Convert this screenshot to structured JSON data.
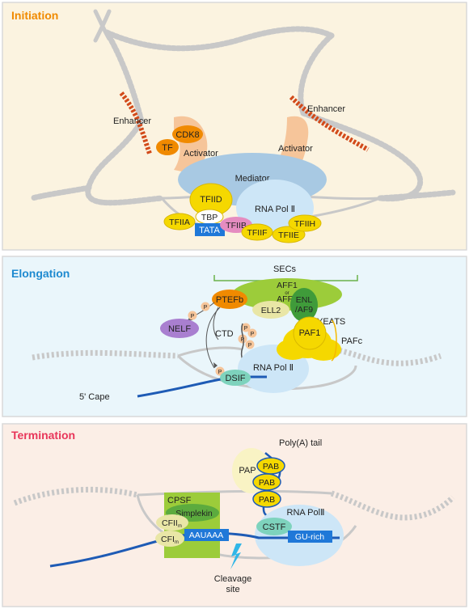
{
  "initiation": {
    "title": "Initiation",
    "enhancer_left": "Enhancer",
    "enhancer_right": "Enhancer",
    "cdk8": "CDK8",
    "tf": "TF",
    "activator_left": "Activator",
    "activator_right": "Activator",
    "mediator": "Mediator",
    "tfiid": "TFIID",
    "tbp": "TBP",
    "rna_pol": "RNA Pol Ⅱ",
    "tfiia": "TFIIA",
    "tata": "TATA",
    "tfiib": "TFIIB",
    "tfiif": "TFIIF",
    "tfiie": "TFIIE",
    "tfiih": "TFIIH"
  },
  "elongation": {
    "title": "Elongation",
    "secs": "SECs",
    "aff1": "AFF1",
    "or": "or",
    "aff4": "AFF4",
    "ell2": "ELL2",
    "enl": "ENL",
    "af9": "/AF9",
    "yeats": "YEATS",
    "ptefb": "PTEFb",
    "p": "P",
    "nelf": "NELF",
    "ctd": "CTD",
    "paf1": "PAF1",
    "pafc": "PAFc",
    "rna_pol": "RNA Pol Ⅱ",
    "dsif": "DSIF",
    "cape": "5' Cape"
  },
  "termination": {
    "title": "Termination",
    "polya": "Poly(A) tail",
    "pap": "PAP",
    "pab": "PAB",
    "rna_pol": "RNA PolⅡ",
    "cpsf": "CPSF",
    "simplekin": "Simplekin",
    "cfii_label": "CFII",
    "cfii_sub": "m",
    "cfi_label": "CFI",
    "cfi_sub": "m",
    "aauaaa": "AAUAAA",
    "cstf": "CSTF",
    "gu_rich": "GU-rich",
    "cleavage": "Cleavage",
    "site": "site"
  },
  "colors": {
    "panel_initiation": "#fbf3e0",
    "panel_elongation": "#eaf6fb",
    "panel_termination": "#fbeee6",
    "title_initiation": "#f08a00",
    "title_elongation": "#1e8ad0",
    "title_termination": "#e8365a",
    "yellow": "#f5d800",
    "dna_red": "#d24a1a",
    "blue": "#1f78d8",
    "green": "#8dc63f",
    "pol_blue": "#cde6f7"
  }
}
